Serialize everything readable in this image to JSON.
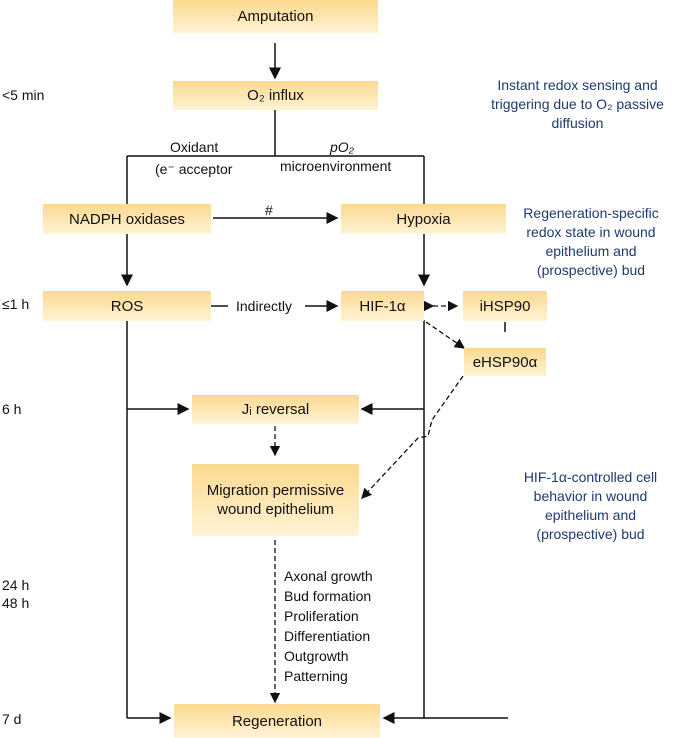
{
  "nodes": {
    "amputation": "Amputation",
    "o2_influx": "O₂ influx",
    "nadph": "NADPH oxidases",
    "hypoxia": "Hypoxia",
    "ros": "ROS",
    "hif": "HIF-1α",
    "ihsp90": "iHSP90",
    "ehsp90": "eHSP90α",
    "jl_reversal": "Jᵢ reversal",
    "migration": "Migration permissive wound epithelium",
    "regeneration": "Regeneration"
  },
  "edge_labels": {
    "oxidant": "Oxidant",
    "e_acceptor": "(e⁻ acceptor",
    "po2": "pO₂",
    "microenv": "microenvironment",
    "hash": "#",
    "indirectly": "Indirectly",
    "processes": [
      "Axonal growth",
      "Bud formation",
      "Proliferation",
      "Differentiation",
      "Outgrowth",
      "Patterning"
    ]
  },
  "timeline": {
    "t1": "<5 min",
    "t2": "≤1 h",
    "t3": "6 h",
    "t4": "24 h",
    "t5": "48 h",
    "t6": "7 d"
  },
  "notes": {
    "n1": "Instant redox sensing and triggering due to O₂ passive diffusion",
    "n2": "Regeneration-specific redox state in wound epithelium and (prospective) bud",
    "n3": "HIF-1α-controlled cell behavior in wound epithelium and (prospective) bud"
  }
}
